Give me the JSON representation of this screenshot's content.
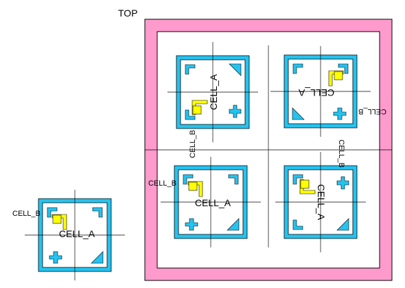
{
  "top": {
    "label": "TOP",
    "color": "#ff9acd"
  },
  "cells": {
    "cell_a_label": "CELL_A",
    "cell_b_label": "CELL_B",
    "cyan": "#25c3ef",
    "yellow": "#ffff00"
  }
}
